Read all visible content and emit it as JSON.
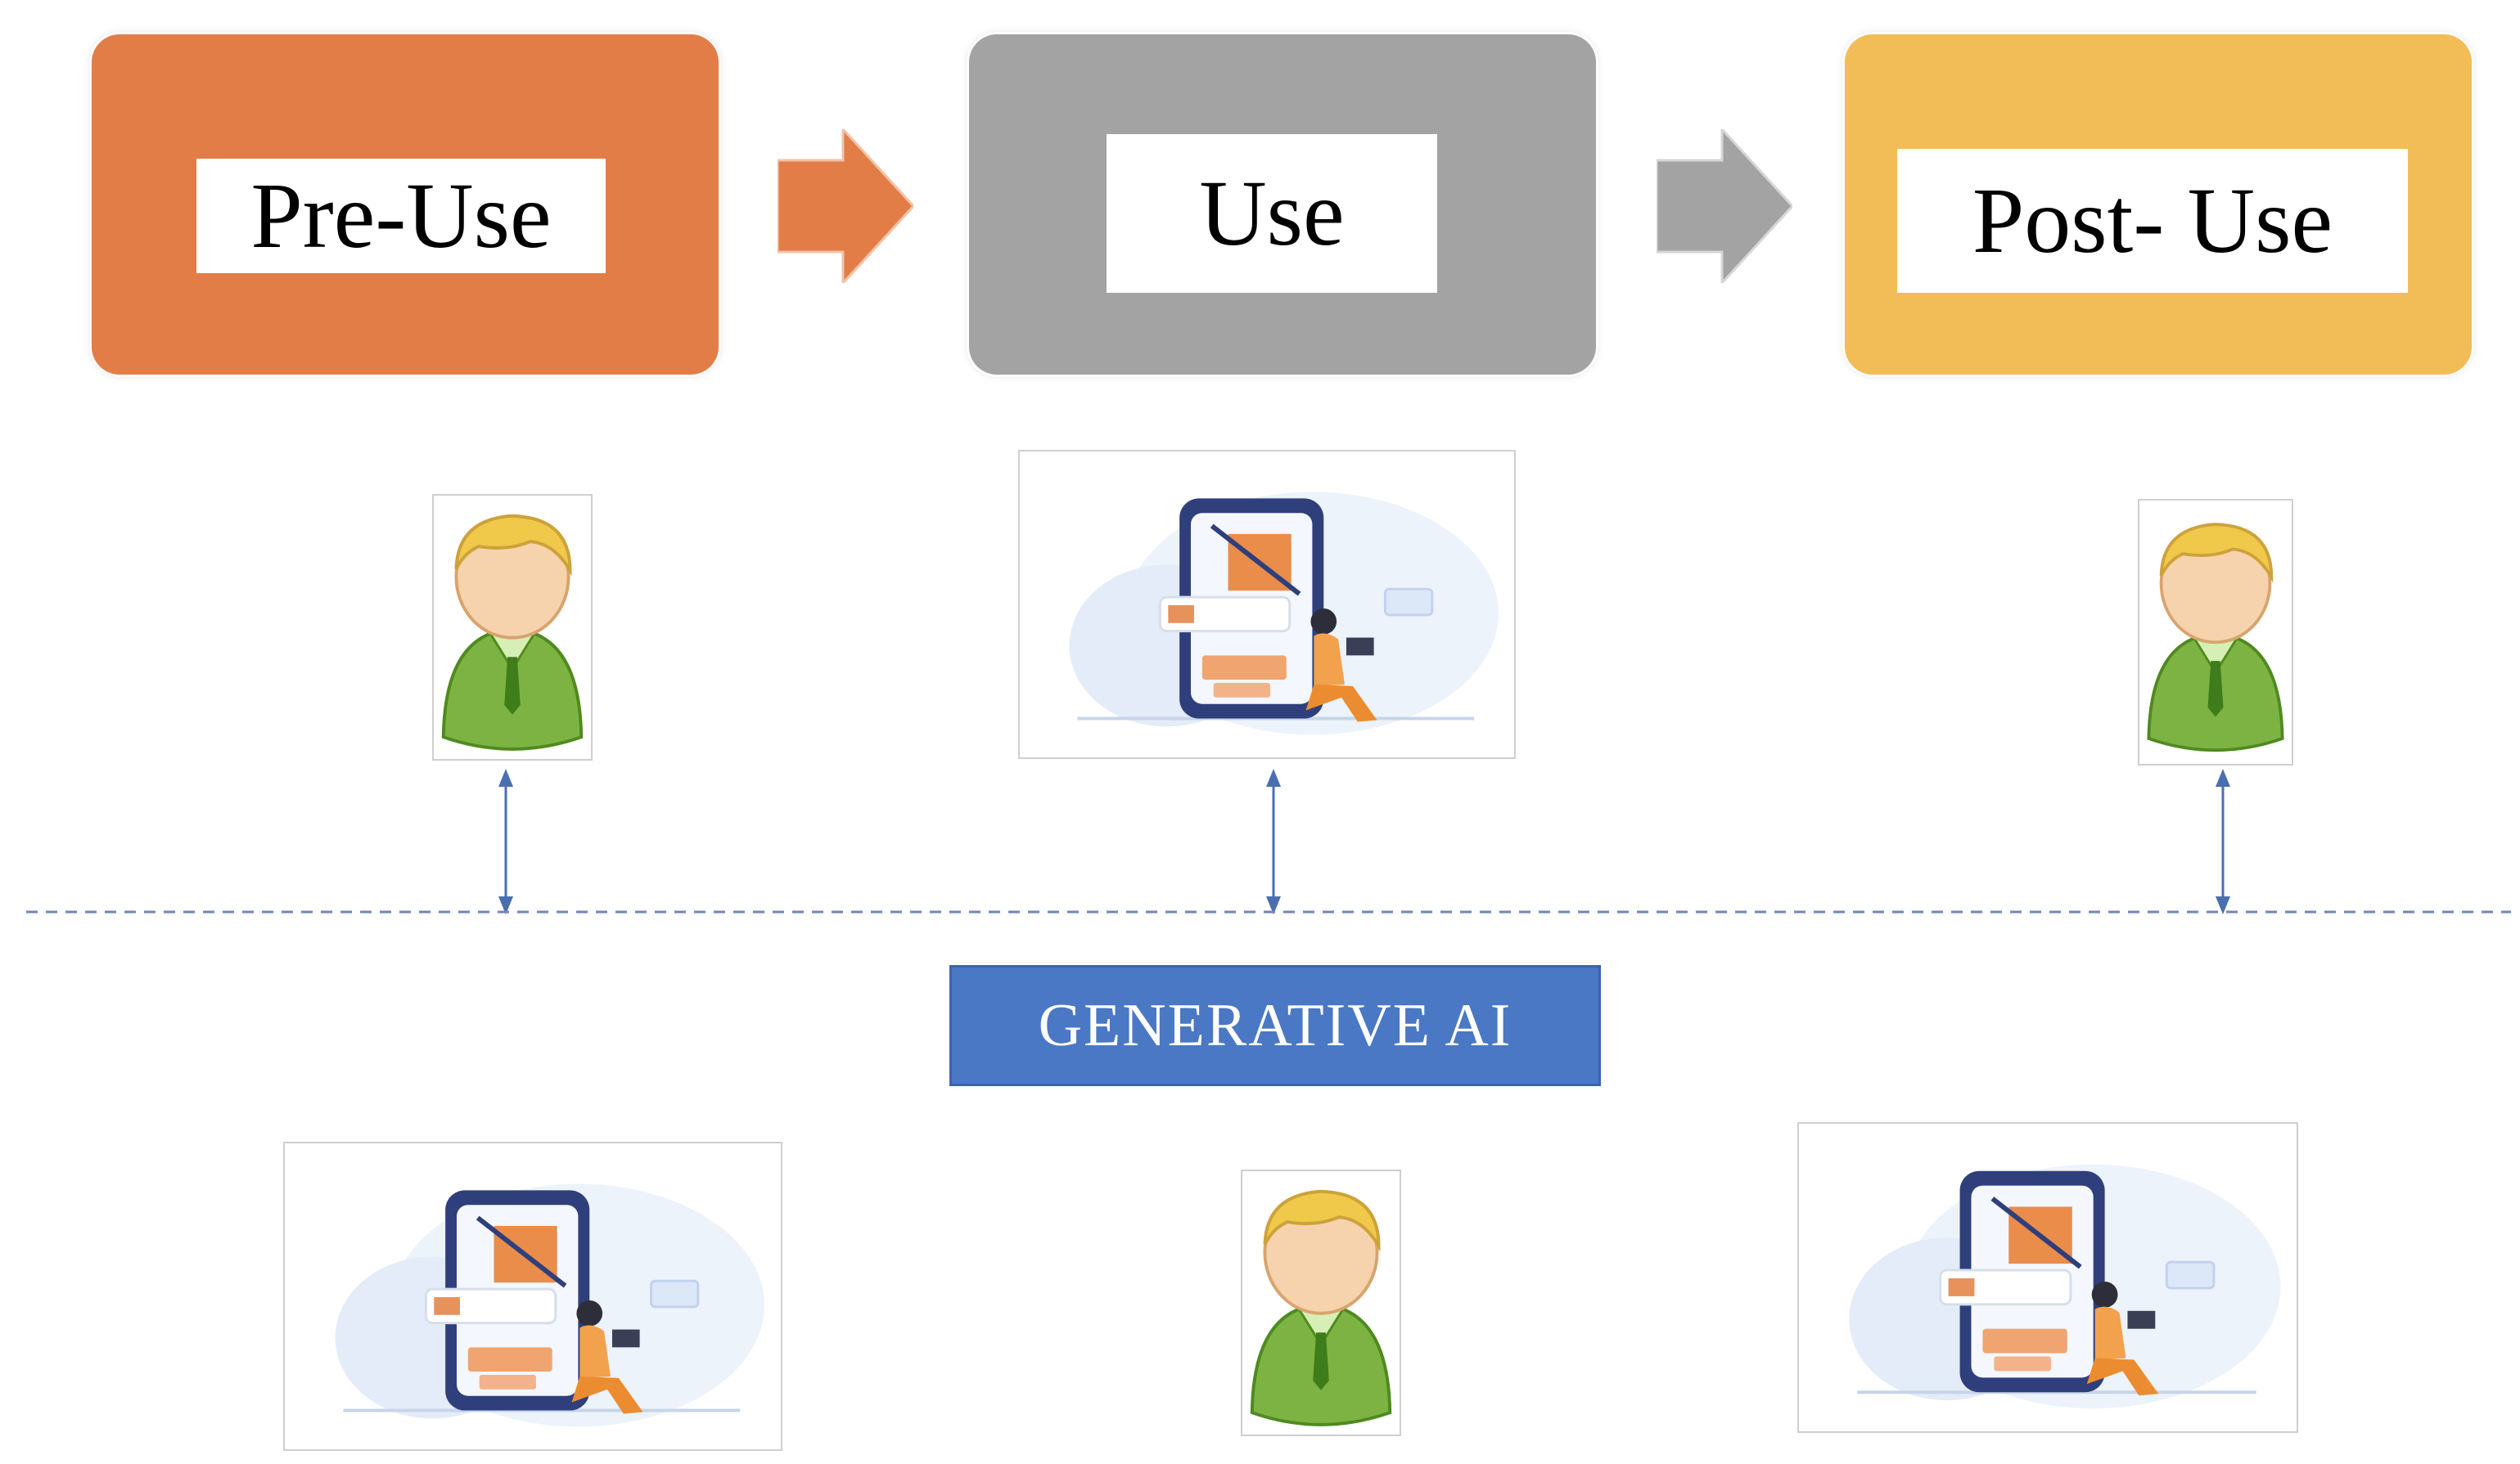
{
  "stages": [
    {
      "label": "Pre-Use",
      "color": "#e37d47"
    },
    {
      "label": "Use",
      "color": "#a3a3a3"
    },
    {
      "label": "Post- Use",
      "color": "#f2bc57"
    }
  ],
  "arrows": [
    {
      "color": "#e37d47"
    },
    {
      "color": "#a3a3a3"
    }
  ],
  "generative_ai": {
    "label": "GENERATIVE AI",
    "color": "#4a78c5"
  },
  "top_row_icons": [
    "user-avatar-icon",
    "mobile-chat-illustration",
    "user-avatar-icon"
  ],
  "bottom_row_icons": [
    "mobile-chat-illustration",
    "user-avatar-icon",
    "mobile-chat-illustration"
  ],
  "colors": {
    "connector": "#4a6fb0",
    "dashed_line": "#6f86b8"
  }
}
